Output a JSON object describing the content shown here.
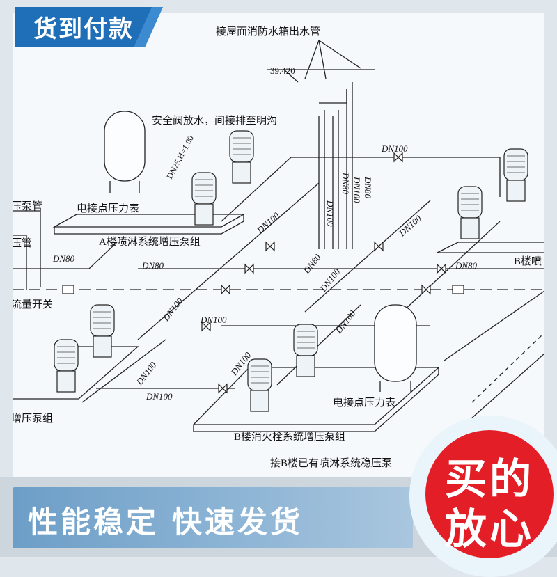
{
  "tag": {
    "label": "货到付款"
  },
  "diagram": {
    "labels": {
      "roof_outlet": "接屋面消防水箱出水管",
      "elevation": "39.420",
      "relief_valve": "安全阀放水，间接排至明沟",
      "pressure_gauge_a": "电接点压力表",
      "pump_group_a": "A楼喷淋系统增压泵组",
      "pressure_pipe_left_1": "压泵管",
      "pressure_pipe_left_2": "压管",
      "flow_switch": "流量开关",
      "pump_group_left": "增压泵组",
      "pump_group_b_fire": "B楼消火栓系统增压泵组",
      "pressure_gauge_b": "电接点压力表",
      "b_building_right": "B楼喷",
      "connect_b_sprinkler": "接B楼已有喷淋系统稳压泵",
      "vertical_dn25": "DN25,H=1.00"
    },
    "pipe_sizes": {
      "dn100_top": "DN100",
      "dn100_a": "DN100",
      "dn100_right": "DN100",
      "dn80_a": "DN80",
      "dn80_mid": "DN80",
      "dn80_vertical_1": "DN100",
      "dn80_vertical_2": "DN80",
      "dn80_vertical_3": "DN100",
      "dn80_vertical_4": "DN80",
      "dn80_diag": "DN80",
      "dn100_diag_left": "DN100",
      "dn100_diag_mid": "DN100",
      "dn100_center": "DN100",
      "dn100_lower_mid": "DN100",
      "dn100_lower_left": "DN100",
      "dn100_b": "DN100",
      "dn100_riser": "DN100",
      "dn80_right": "DN80"
    }
  },
  "bottom_bar": {
    "text": "性能稳定  快速发货"
  },
  "badge": {
    "line1": "买的",
    "line2": "放心"
  },
  "colors": {
    "tag_blue": "#1f6fb8",
    "badge_red": "#e41e26",
    "bar_blue": "#6d9ec7"
  }
}
